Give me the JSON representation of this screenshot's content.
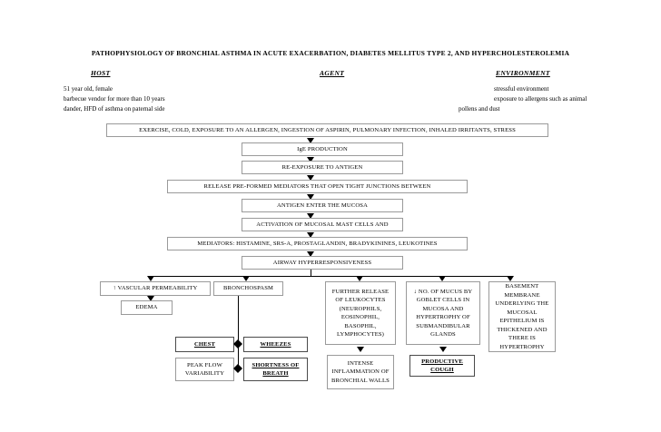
{
  "document": {
    "title": "PATHOPHYSIOLOGY OF BRONCHIAL ASTHMA IN ACUTE EXACERBATION, DIABETES MELLITUS TYPE 2, AND HYPERCHOLESTEROLEMIA"
  },
  "columns": {
    "host": {
      "heading": "HOST",
      "line1": "51 year old, female",
      "line2": "barbecue vendor for more than 10 years",
      "line3": "dander, HFD of asthma on paternal side"
    },
    "agent": {
      "heading": "AGENT"
    },
    "environment": {
      "heading": "ENVIRONMENT",
      "line1": "stressful environment",
      "line2": "exposure to allergens such as animal",
      "line3": "pollens and dust"
    }
  },
  "flow": {
    "triggers": "EXERCISE, COLD, EXPOSURE TO AN ALLERGEN, INGESTION OF ASPIRIN, PULMONARY INFECTION, INHALED IRRITANTS, STRESS",
    "ige": "IgE PRODUCTION",
    "reexposure": "RE-EXPOSURE TO ANTIGEN",
    "mediators_release": "RELEASE PRE-FORMED MEDIATORS THAT OPEN TIGHT JUNCTIONS BETWEEN",
    "antigen_mucosa": "ANTIGEN ENTER THE MUCOSA",
    "mast_cells": "ACTIVATION OF MUCOSAL MAST CELLS AND",
    "mediators_list": "MEDIATORS: HISTAMINE, SRS-A, PROSTAGLANDIN, BRADYKININES, LEUKOTINES",
    "hyperresponsiveness": "AIRWAY HYPERRESPONSIVENESS"
  },
  "branches": {
    "vascular": "↑ VASCULAR PERMEABILITY",
    "edema": "EDEMA",
    "bronchospasm": "BRONCHOSPASM",
    "leukocytes": "FURTHER RELEASE OF LEUKOCYTES (NEUROPHILS, EOSINOPHIL, BASOPHIL, LYMPHOCYTES)",
    "mucus": "↓ NO. OF MUCUS BY GOBLET CELLS IN MUCOSA AND HYPERTROPHY OF SUBMANDIBULAR GLANDS",
    "basement": "BASEMENT MEMBRANE UNDERLYING THE MUCOSAL EPITHELIUM IS THICKENED AND THERE IS HYPERTROPHY"
  },
  "outcomes": {
    "chest": "CHEST",
    "wheezes": "WHEEZES",
    "peak_flow": "PEAK FLOW VARIABILITY",
    "shortness": "SHORTNESS OF BREATH",
    "inflammation": "INTENSE INFLAMMATION OF BRONCHIAL WALLS",
    "productive_cough": "PRODUCTIVE COUGH"
  }
}
